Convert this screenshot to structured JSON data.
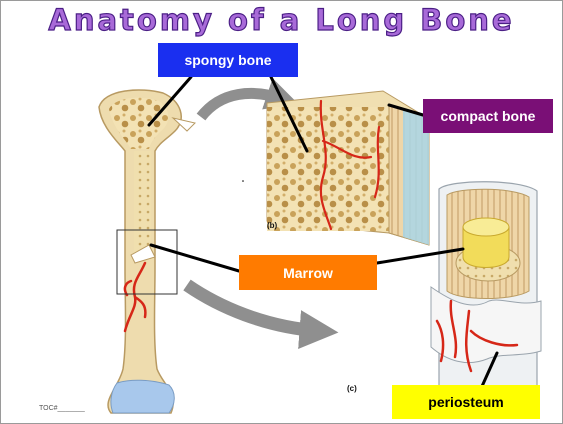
{
  "title": "Anatomy of a Long Bone",
  "labels": {
    "spongy": "spongy bone",
    "compact": "compact bone",
    "marrow": "Marrow",
    "periosteum": "periosteum"
  },
  "captions": {
    "b": "(b)",
    "c": "(c)"
  },
  "footer": {
    "toc": "TOC#_______"
  },
  "colors": {
    "title_fill": "#a86ad8",
    "spongy_bg": "#1a2ff0",
    "compact_bg": "#7a0f76",
    "marrow_bg": "#ff7b00",
    "periosteum_bg": "#ffff00",
    "bone": "#eedcae",
    "marrow_yellow": "#f2dc5a",
    "vessel": "#d62718",
    "cartilage": "#a8c8ec"
  }
}
